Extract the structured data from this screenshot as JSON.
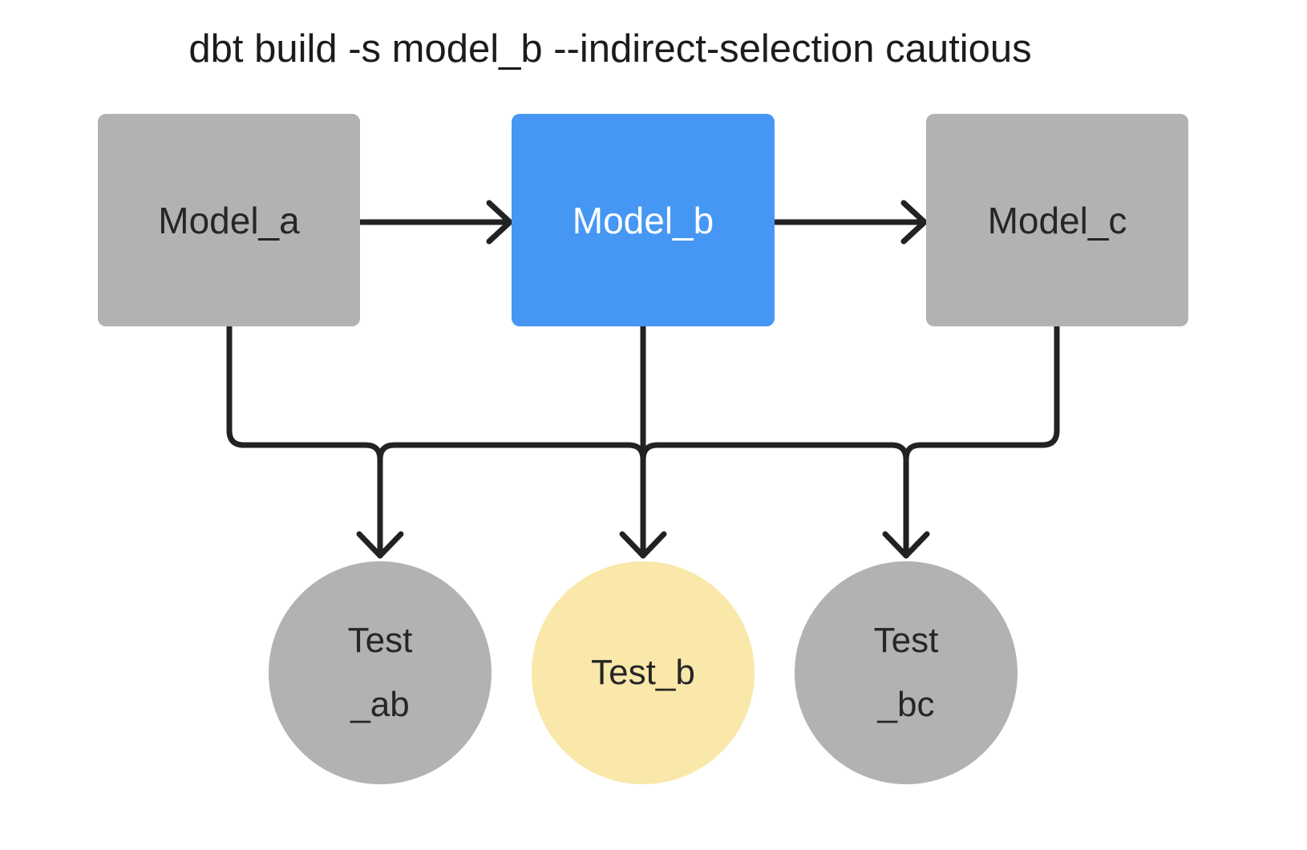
{
  "title": "dbt build -s model_b --indirect-selection cautious",
  "colors": {
    "selected_model_fill": "#4597f3",
    "unselected_model_fill": "#b2b2b2",
    "selected_test_fill": "#f9e8aa",
    "unselected_test_fill": "#b2b2b2",
    "connector_stroke": "#222222",
    "dark_text": "#262626",
    "light_text": "#ffffff",
    "title_text": "#1c1c1c"
  },
  "models": [
    {
      "id": "model_a",
      "label": "Model_a",
      "state": "unselected",
      "fill": "#b2b2b2",
      "text": "dark"
    },
    {
      "id": "model_b",
      "label": "Model_b",
      "state": "selected",
      "fill": "#4597f3",
      "text": "light"
    },
    {
      "id": "model_c",
      "label": "Model_c",
      "state": "unselected",
      "fill": "#b2b2b2",
      "text": "dark"
    }
  ],
  "tests": [
    {
      "id": "test_ab",
      "label_lines": [
        "Test",
        "_ab"
      ],
      "state": "unselected",
      "fill": "#b2b2b2"
    },
    {
      "id": "test_b",
      "label_lines": [
        "Test_b"
      ],
      "state": "selected",
      "fill": "#f9e8aa"
    },
    {
      "id": "test_bc",
      "label_lines": [
        "Test",
        "_bc"
      ],
      "state": "unselected",
      "fill": "#b2b2b2"
    }
  ],
  "edges": [
    {
      "from": "model_a",
      "to": "model_b"
    },
    {
      "from": "model_b",
      "to": "model_c"
    },
    {
      "from": "model_a",
      "to": "test_ab"
    },
    {
      "from": "model_b",
      "to": "test_ab"
    },
    {
      "from": "model_b",
      "to": "test_b"
    },
    {
      "from": "model_b",
      "to": "test_bc"
    },
    {
      "from": "model_c",
      "to": "test_bc"
    }
  ]
}
